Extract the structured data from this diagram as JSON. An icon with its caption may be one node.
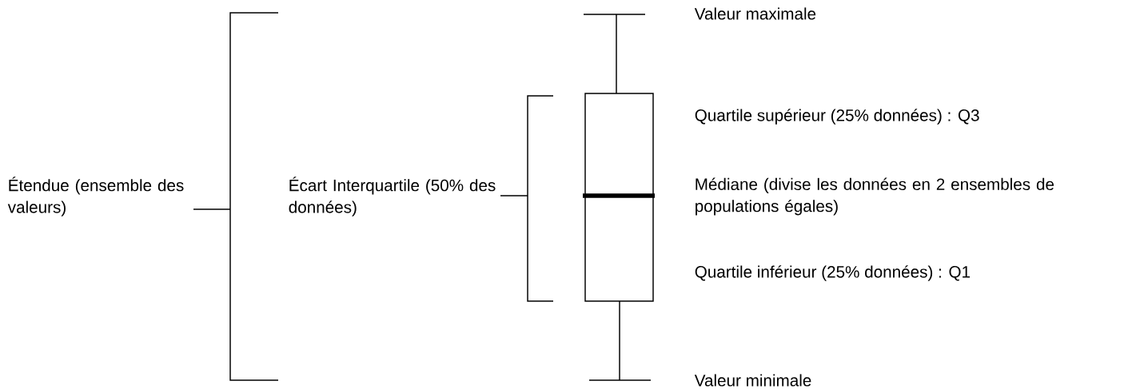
{
  "diagram": {
    "labels": [
      "Valeur maximale",
      "Quartile supérieur (25% données) : Q3",
      "Étendue (ensemble des valeurs)",
      "Écart Interquartile (50% des données)",
      "Médiane (divise les données en 2 ensembles de populations égales)",
      "Quartile inférieur (25% données) : Q1",
      "Valeur minimale"
    ]
  }
}
